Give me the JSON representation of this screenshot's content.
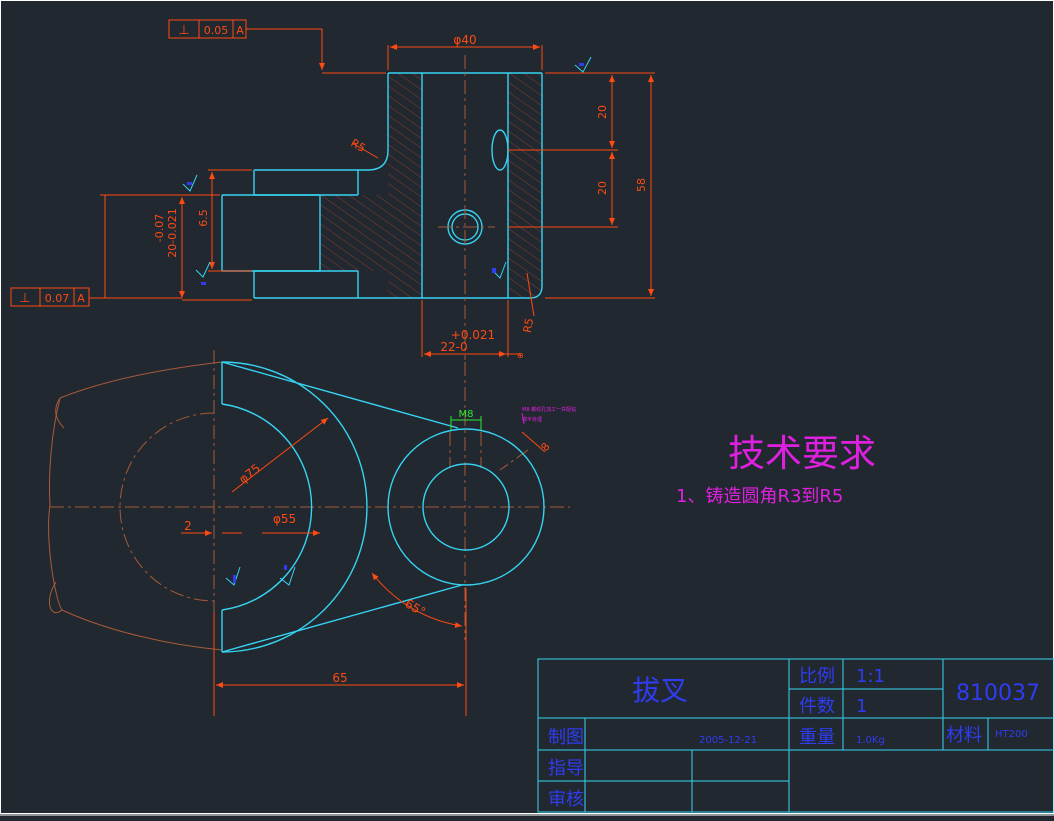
{
  "colors": {
    "background": "#212830",
    "outline": "#36d3f2",
    "dimension": "#ff4a12",
    "centerline": "#a85a3a",
    "note": "#e020e0",
    "highlight": "#2ee82e",
    "titleblock_text": "#2f3cf0",
    "hatch": "#8a3a2a"
  },
  "top_view": {
    "tolerance_frames": [
      {
        "symbol": "⊥",
        "value": "0.05",
        "datum": "A"
      },
      {
        "symbol": "⊥",
        "value": "0.07",
        "datum": "A"
      }
    ],
    "dimensions": {
      "diameter_top": "φ40",
      "radius_upper": "R5",
      "radius_lower": "R5",
      "height_20_a": "20",
      "height_20_b": "20",
      "height_58": "58",
      "slot_6_5": "6.5",
      "tol_upper": "-0.07",
      "tol_base": "20-0.021",
      "bottom_tol": "+0.021",
      "bottom_base": "22-0"
    }
  },
  "front_view": {
    "dimensions": {
      "m8": "M8",
      "phi75": "φ75",
      "phi55": "φ55",
      "two": "2",
      "eight": "8",
      "sixty_five": "65",
      "angle": "65°"
    },
    "small_note_line1": "M8 螺纹孔加工一并配钻",
    "small_note_line2": "锪平处理"
  },
  "technical_requirements": {
    "heading": "技术要求",
    "item1": "1、铸造圆角R3到R5"
  },
  "title_block": {
    "part_name": "拔叉",
    "scale_label": "比例",
    "scale_value": "1:1",
    "qty_label": "件数",
    "qty_value": "1",
    "weight_label": "重量",
    "weight_value": "1.0Kg",
    "drawing_no": "810037",
    "material_label": "材料",
    "material_value": "HT200",
    "drawn_label": "制图",
    "drawn_date": "2005-12-21",
    "guide_label": "指导",
    "check_label": "审核"
  }
}
